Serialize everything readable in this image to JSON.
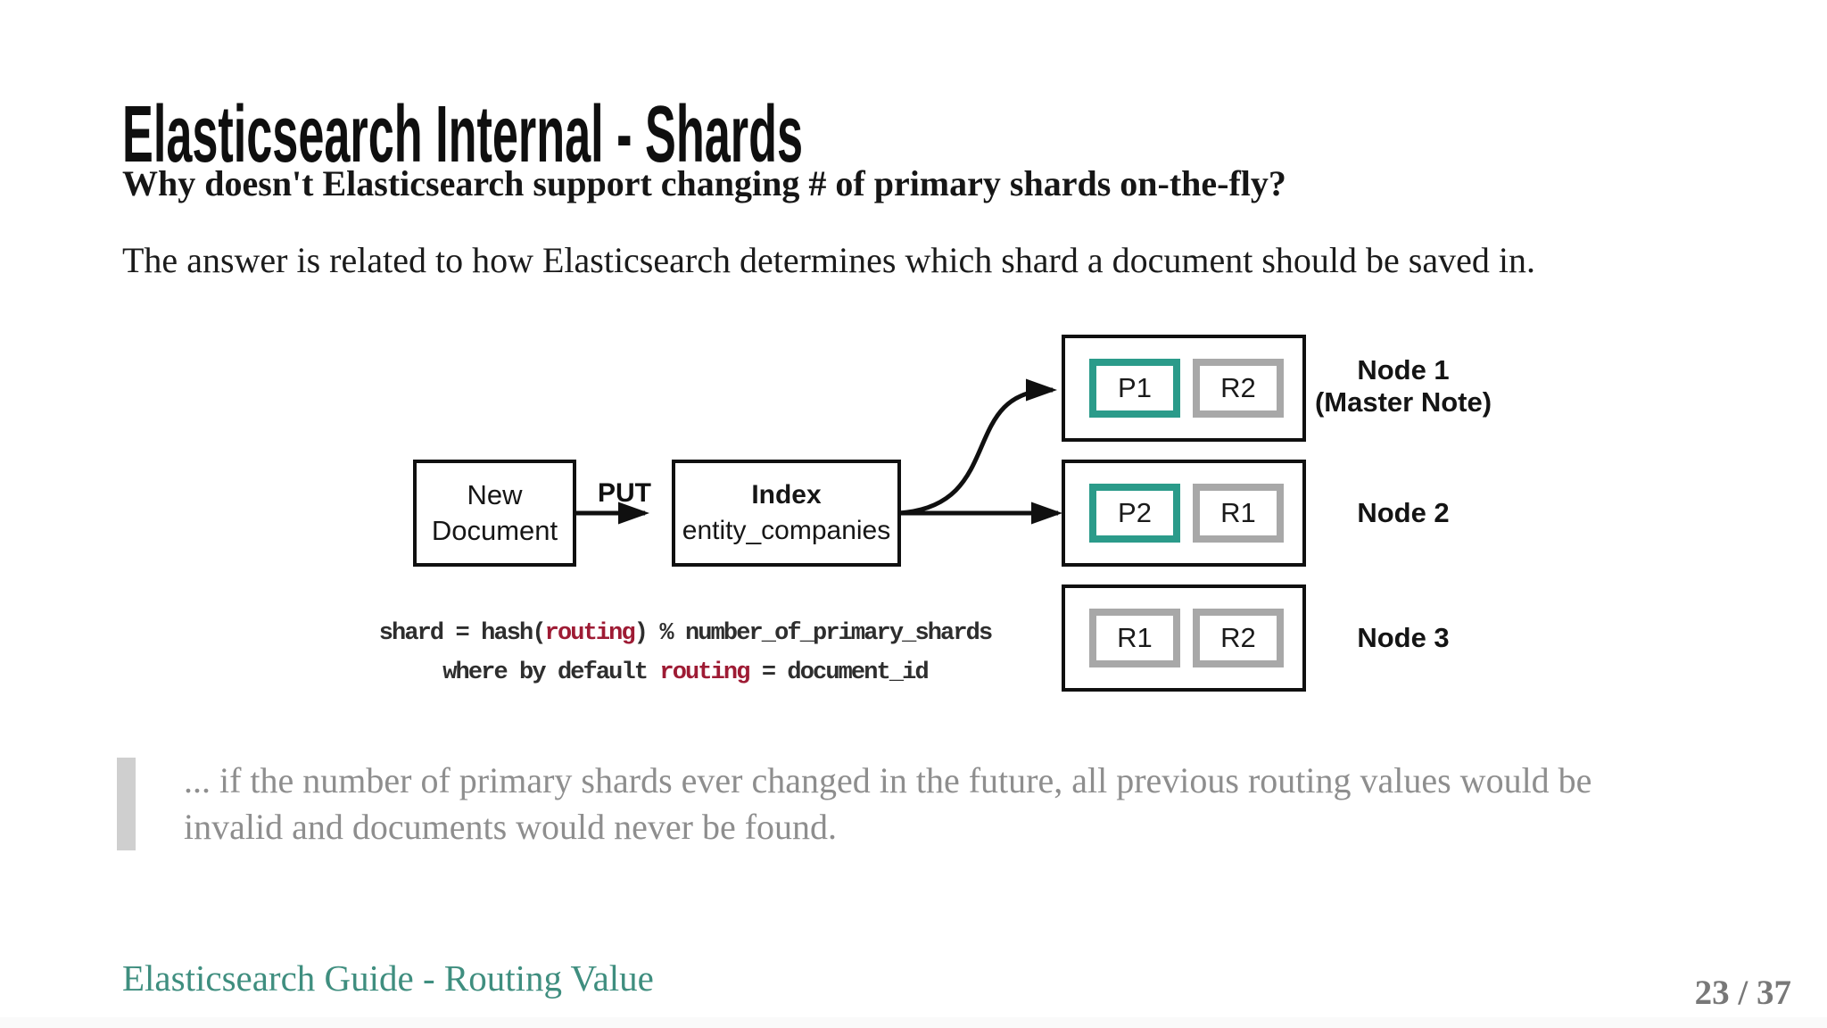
{
  "slide": {
    "title": "Elasticsearch Internal - Shards",
    "question": "Why doesn't Elasticsearch support changing # of primary shards on-the-fly?",
    "answer": "The answer is related to how Elasticsearch determines which shard a document should be saved in.",
    "quote_lines": [
      "... if the number of primary shards ever changed in the future, all previous routing values would be",
      "invalid and documents would never be found."
    ],
    "footer_link": "Elasticsearch Guide - Routing Value",
    "page_indicator": "23 / 37"
  },
  "diagram": {
    "new_document": {
      "line1": "New",
      "line2": "Document"
    },
    "put_label": "PUT",
    "index": {
      "line1": "Index",
      "line2": "entity_companies"
    },
    "nodes": [
      {
        "label_line1": "Node 1",
        "label_line2": "(Master Note)",
        "shards": [
          {
            "id": "P1",
            "type": "primary"
          },
          {
            "id": "R2",
            "type": "replica"
          }
        ]
      },
      {
        "label_line1": "Node 2",
        "label_line2": "",
        "shards": [
          {
            "id": "P2",
            "type": "primary"
          },
          {
            "id": "R1",
            "type": "replica"
          }
        ]
      },
      {
        "label_line1": "Node 3",
        "label_line2": "",
        "shards": [
          {
            "id": "R1",
            "type": "replica"
          },
          {
            "id": "R2",
            "type": "replica"
          }
        ]
      }
    ]
  },
  "code": {
    "line1": [
      {
        "text": "shard = hash("
      },
      {
        "text": "routing"
      },
      {
        "text": ") % number_of_primary_shards"
      }
    ],
    "line2": [
      {
        "text": "where by default "
      },
      {
        "text": "routing"
      },
      {
        "text": " = document_id"
      }
    ]
  },
  "colors": {
    "primary_border": "#2b9b8a",
    "replica_border": "#a8a8a8",
    "code_fg": "#2e2e2e",
    "code_accent": "#9e1b34",
    "quote_fg": "#8e8e8e",
    "quote_bar": "#cfcfcf",
    "link_color": "#3f8e7f",
    "page_fg": "#787878"
  }
}
